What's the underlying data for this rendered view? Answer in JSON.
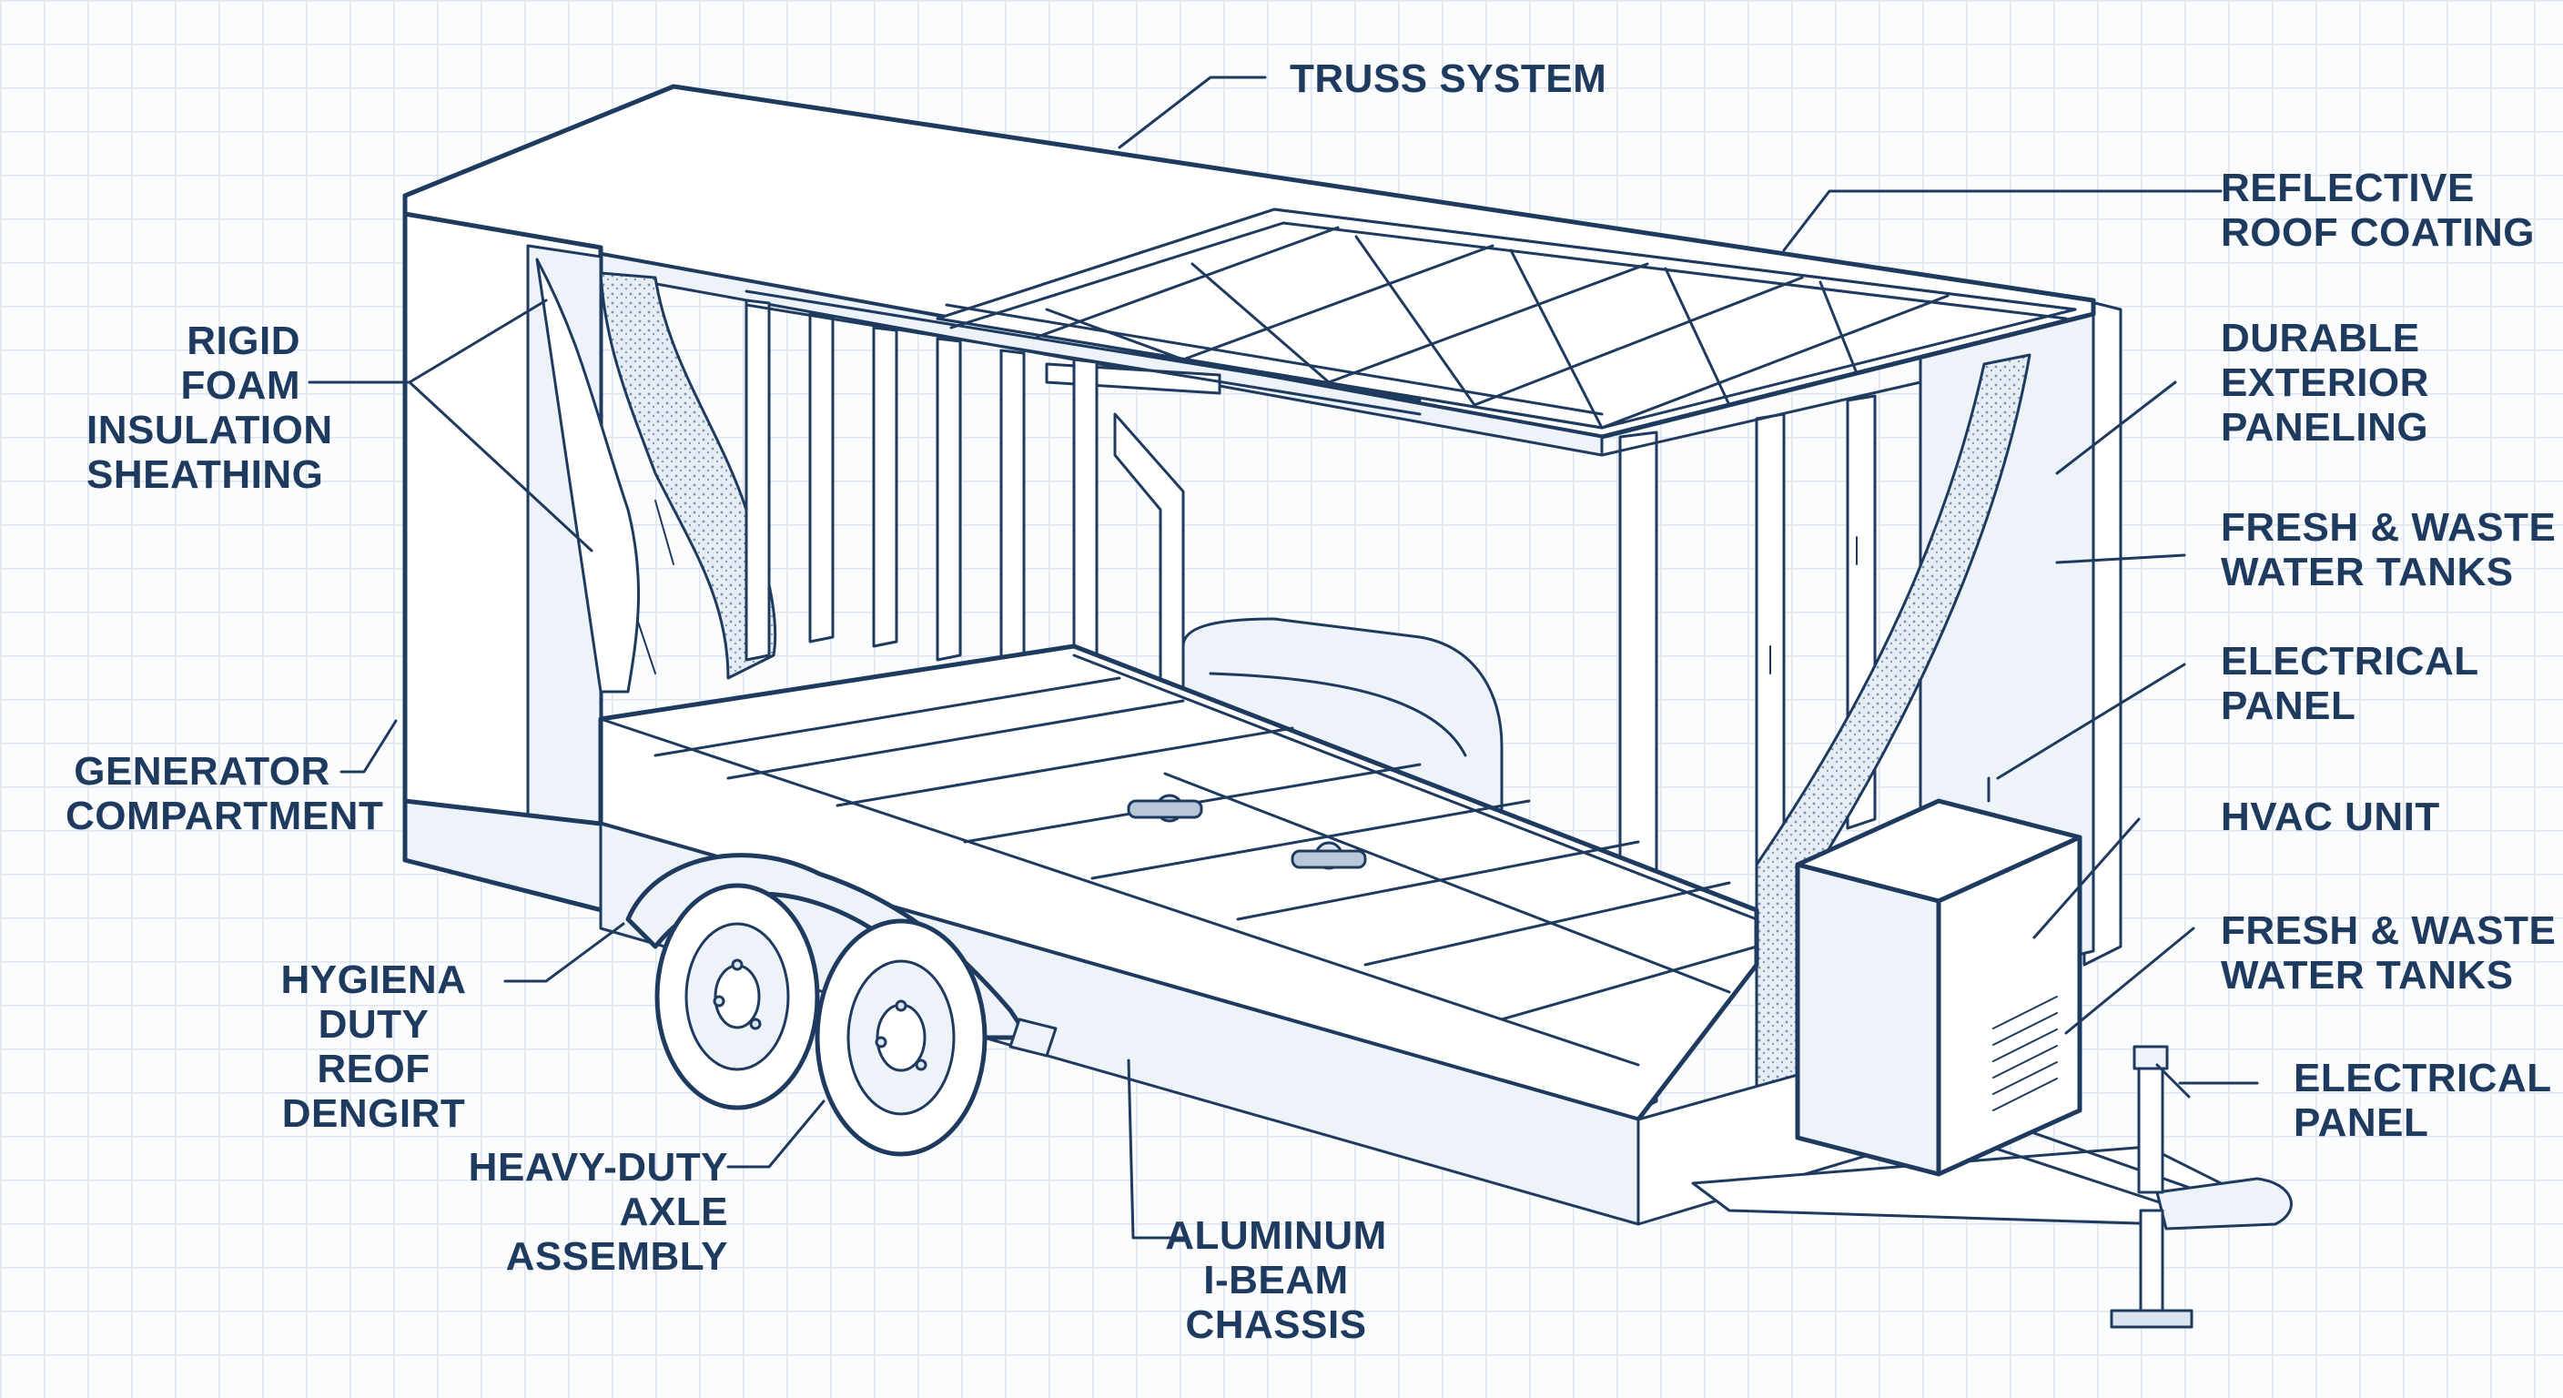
{
  "labels": {
    "truss_system": "TRUSS SYSTEM",
    "reflective_roof_coating": "REFLECTIVE\nROOF COATING",
    "durable_exterior_paneling": "DURABLE\nEXTERIOR\nPANELING",
    "fresh_waste_tanks_upper": "FRESH & WASTE\nWATER TANKS",
    "electrical_panel_upper": "ELECTRICAL\nPANEL",
    "hvac_unit": "HVAC UNIT",
    "fresh_waste_tanks_lower": "FRESH & WASTE\nWATER TANKS",
    "electrical_panel_lower": "ELECTRICAL\nPANEL",
    "rigid_foam": "RIGID FOAM\nINSULATION\nSHEATHING",
    "generator_compartment": "GENERATOR\nCOMPARTMENT",
    "hygiena_duty": "HYGIENA DUTY\nREOF DENGIRT",
    "heavy_duty_axle": "HEAVY-DUTY\nAXLE ASSEMBLY",
    "aluminum_chassis": "ALUMINUM\nI-BEAM CHASSIS"
  },
  "colors": {
    "ink": "#1e3a5f",
    "grid": "#dde5ee",
    "paper": "#fbfcfd"
  }
}
